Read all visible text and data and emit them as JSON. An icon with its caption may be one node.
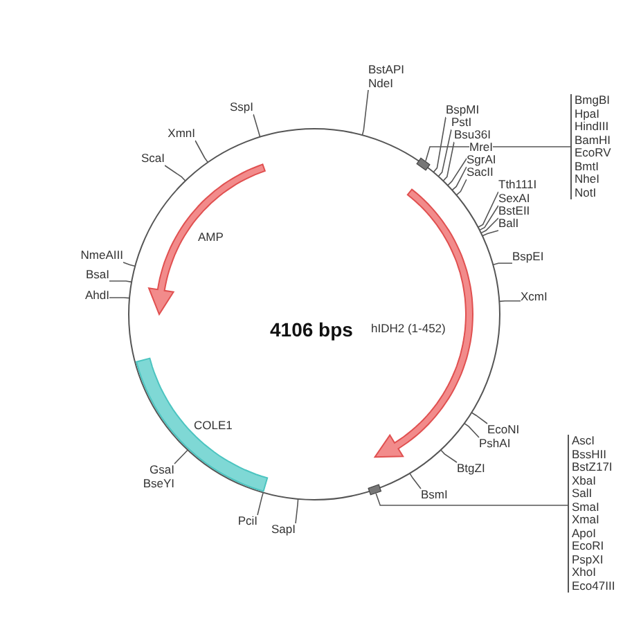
{
  "diagram": {
    "nodes": [
      {
        "text": [],
        "shape": "circle"
      },
      {
        "text": [],
        "shape": "arrow",
        "beside": [
          "AMP"
        ],
        "in": 0
      },
      {
        "text": [],
        "shape": "arrow",
        "beside": [
          "hIDH2 (1-452)"
        ],
        "in": 0
      },
      {
        "text": [],
        "shape": "bar",
        "beside": [
          "COLE1"
        ],
        "in": 0
      },
      {
        "text": [],
        "shape": "box"
      },
      {
        "text": [],
        "shape": "box"
      },
      {
        "text": [
          "BstAPI",
          "NdeI"
        ]
      },
      {
        "text": [
          "BspMI"
        ]
      },
      {
        "text": [
          "PstI"
        ]
      },
      {
        "text": [
          "Bsu36I"
        ]
      },
      {
        "text": [
          "MreI"
        ]
      },
      {
        "text": [
          "SgrAI"
        ]
      },
      {
        "text": [
          "SacII"
        ]
      },
      {
        "text": [
          "BmgBI",
          "HpaI",
          "HindIII",
          "BamHI",
          "EcoRV",
          "BmtI",
          "NheI",
          "NotI"
        ]
      },
      {
        "text": [
          "Tth111I"
        ]
      },
      {
        "text": [
          "SexAI"
        ]
      },
      {
        "text": [
          "BstEII"
        ]
      },
      {
        "text": [
          "BalI"
        ]
      },
      {
        "text": [
          "BspEI"
        ]
      },
      {
        "text": [
          "XcmI"
        ]
      },
      {
        "text": [
          "EcoNI"
        ]
      },
      {
        "text": [
          "PshAI"
        ]
      },
      {
        "text": [
          "BtgZI"
        ]
      },
      {
        "text": [
          "BsmI"
        ]
      },
      {
        "text": [
          "AscI",
          "BssHII",
          "BstZ17I",
          "XbaI",
          "SalI",
          "SmaI",
          "XmaI",
          "ApoI",
          "EcoRI",
          "PspXI",
          "XhoI",
          "Eco47III"
        ]
      },
      {
        "text": [
          "SapI"
        ]
      },
      {
        "text": [
          "PciI"
        ]
      },
      {
        "text": [
          "GsaI",
          "BseYI"
        ]
      },
      {
        "text": [
          "AhdI"
        ]
      },
      {
        "text": [
          "BsaI"
        ]
      },
      {
        "text": [
          "NmeAIII"
        ]
      },
      {
        "text": [
          "ScaI"
        ]
      },
      {
        "text": [
          "XmnI"
        ]
      },
      {
        "text": [
          "SspI"
        ]
      }
    ],
    "edges": [
      {
        "from": 6,
        "to": 0,
        "arrow": "none"
      },
      {
        "from": 7,
        "to": 0,
        "arrow": "none"
      },
      {
        "from": 8,
        "to": 0,
        "arrow": "none"
      },
      {
        "from": 9,
        "to": 0,
        "arrow": "none"
      },
      {
        "from": 10,
        "to": 0,
        "arrow": "none"
      },
      {
        "from": 11,
        "to": 0,
        "arrow": "none"
      },
      {
        "from": 12,
        "to": 0,
        "arrow": "none"
      },
      {
        "from": 13,
        "to": 4,
        "arrow": "none"
      },
      {
        "from": 14,
        "to": 0,
        "arrow": "none"
      },
      {
        "from": 15,
        "to": 0,
        "arrow": "none"
      },
      {
        "from": 16,
        "to": 0,
        "arrow": "none"
      },
      {
        "from": 17,
        "to": 0,
        "arrow": "none"
      },
      {
        "from": 18,
        "to": 0,
        "arrow": "none"
      },
      {
        "from": 19,
        "to": 0,
        "arrow": "none"
      },
      {
        "from": 20,
        "to": 0,
        "arrow": "none"
      },
      {
        "from": 21,
        "to": 0,
        "arrow": "none"
      },
      {
        "from": 22,
        "to": 0,
        "arrow": "none"
      },
      {
        "from": 23,
        "to": 0,
        "arrow": "none"
      },
      {
        "from": 24,
        "to": 5,
        "arrow": "none"
      },
      {
        "from": 25,
        "to": 0,
        "arrow": "none"
      },
      {
        "from": 26,
        "to": 0,
        "arrow": "none"
      },
      {
        "from": 27,
        "to": 0,
        "arrow": "none"
      },
      {
        "from": 28,
        "to": 0,
        "arrow": "none"
      },
      {
        "from": 29,
        "to": 0,
        "arrow": "none"
      },
      {
        "from": 30,
        "to": 0,
        "arrow": "none"
      },
      {
        "from": 31,
        "to": 0,
        "arrow": "none"
      },
      {
        "from": 32,
        "to": 0,
        "arrow": "none"
      },
      {
        "from": 33,
        "to": 0,
        "arrow": "none"
      }
    ],
    "labels": [
      "4106 bps"
    ]
  }
}
